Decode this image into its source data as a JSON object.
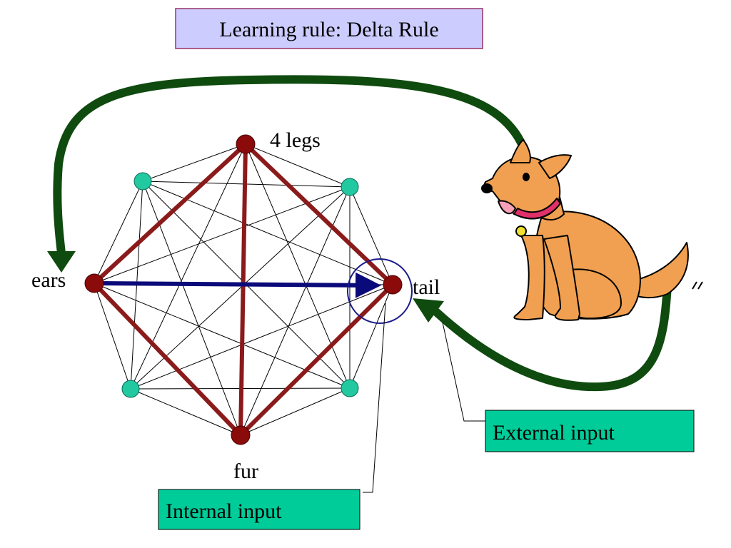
{
  "title": "Learning rule: Delta Rule",
  "nodes": {
    "top": "4 legs",
    "left": "ears",
    "right": "tail",
    "bottom": "fur"
  },
  "callouts": {
    "external": "External input",
    "internal": "Internal input"
  },
  "colors": {
    "title_bg": "#ccccff",
    "title_border": "#993366",
    "callout_bg": "#00cc99",
    "feature_node": "#8b0a0a",
    "hidden_node": "#22c9a0",
    "feature_link": "#8b1a1a",
    "learning_arrow": "#0a0a7a",
    "input_arrow": "#0f4a0f"
  }
}
